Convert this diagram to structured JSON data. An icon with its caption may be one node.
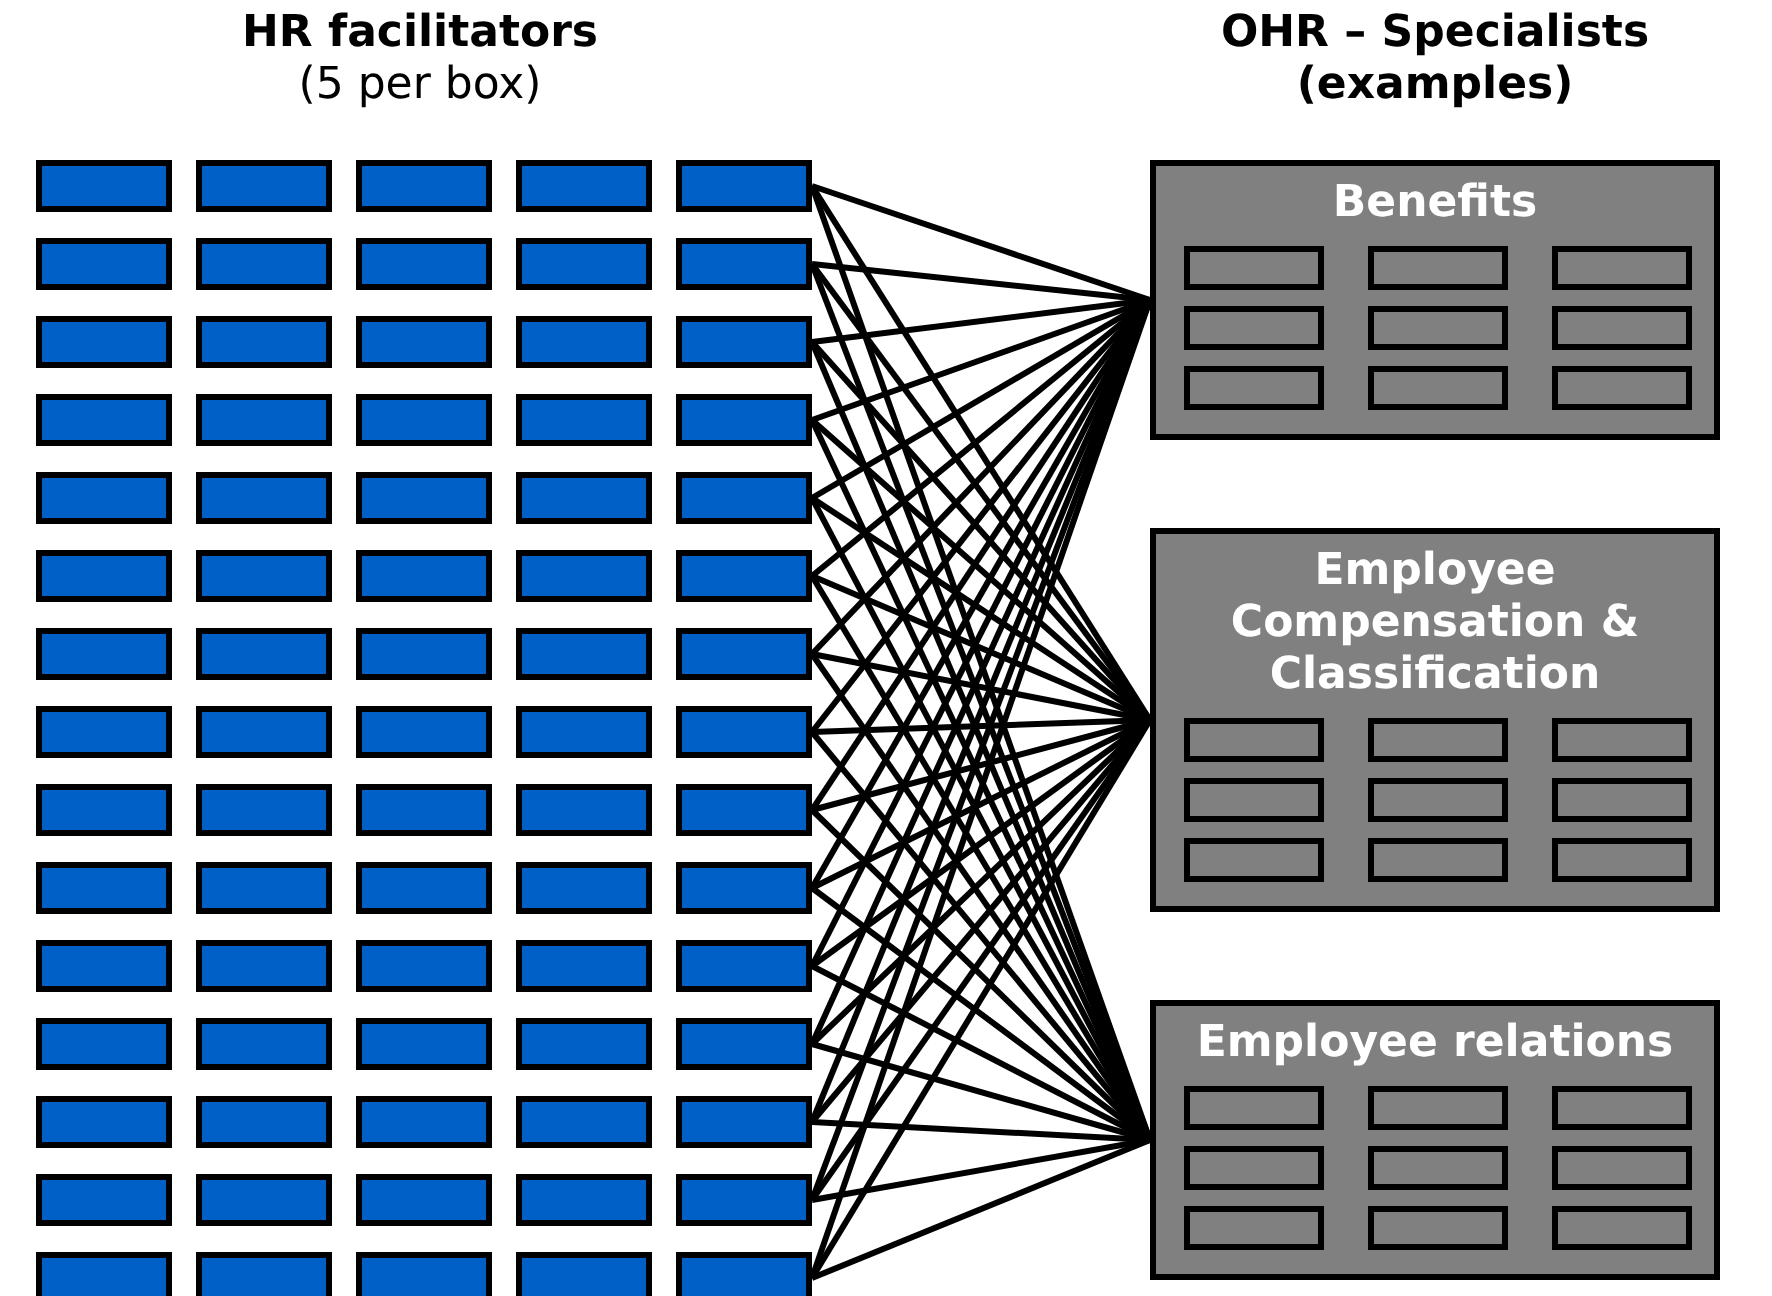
{
  "diagram": {
    "nodes": [
      {
        "text": [],
        "shape": "box"
      },
      {
        "text": [],
        "shape": "box"
      },
      {
        "text": [],
        "shape": "box"
      },
      {
        "text": [],
        "shape": "box"
      },
      {
        "text": [],
        "shape": "box"
      },
      {
        "text": [],
        "shape": "box"
      },
      {
        "text": [],
        "shape": "box"
      },
      {
        "text": [],
        "shape": "box"
      },
      {
        "text": [],
        "shape": "box"
      },
      {
        "text": [],
        "shape": "box"
      },
      {
        "text": [],
        "shape": "box"
      },
      {
        "text": [],
        "shape": "box"
      },
      {
        "text": [],
        "shape": "box"
      },
      {
        "text": [],
        "shape": "box"
      },
      {
        "text": [],
        "shape": "box"
      },
      {
        "text": [],
        "shape": "box"
      },
      {
        "text": [],
        "shape": "box"
      },
      {
        "text": [],
        "shape": "box"
      },
      {
        "text": [],
        "shape": "box"
      },
      {
        "text": [],
        "shape": "box"
      },
      {
        "text": [],
        "shape": "box"
      },
      {
        "text": [],
        "shape": "box"
      },
      {
        "text": [],
        "shape": "box"
      },
      {
        "text": [],
        "shape": "box"
      },
      {
        "text": [],
        "shape": "box"
      },
      {
        "text": [],
        "shape": "box"
      },
      {
        "text": [],
        "shape": "box"
      },
      {
        "text": [],
        "shape": "box"
      },
      {
        "text": [],
        "shape": "box"
      },
      {
        "text": [],
        "shape": "box"
      },
      {
        "text": [],
        "shape": "box"
      },
      {
        "text": [],
        "shape": "box"
      },
      {
        "text": [],
        "shape": "box"
      },
      {
        "text": [],
        "shape": "box"
      },
      {
        "text": [],
        "shape": "box"
      },
      {
        "text": [],
        "shape": "box"
      },
      {
        "text": [],
        "shape": "box"
      },
      {
        "text": [],
        "shape": "box"
      },
      {
        "text": [],
        "shape": "box"
      },
      {
        "text": [],
        "shape": "box"
      },
      {
        "text": [],
        "shape": "box"
      },
      {
        "text": [],
        "shape": "box"
      },
      {
        "text": [],
        "shape": "box"
      },
      {
        "text": [],
        "shape": "box"
      },
      {
        "text": [],
        "shape": "box"
      },
      {
        "text": [],
        "shape": "box"
      },
      {
        "text": [],
        "shape": "box"
      },
      {
        "text": [],
        "shape": "box"
      },
      {
        "text": [],
        "shape": "box"
      },
      {
        "text": [],
        "shape": "box"
      },
      {
        "text": [],
        "shape": "box"
      },
      {
        "text": [],
        "shape": "box"
      },
      {
        "text": [],
        "shape": "box"
      },
      {
        "text": [],
        "shape": "box"
      },
      {
        "text": [],
        "shape": "box"
      },
      {
        "text": [],
        "shape": "box"
      },
      {
        "text": [],
        "shape": "box"
      },
      {
        "text": [],
        "shape": "box"
      },
      {
        "text": [],
        "shape": "box"
      },
      {
        "text": [],
        "shape": "box"
      },
      {
        "text": [],
        "shape": "box"
      },
      {
        "text": [],
        "shape": "box"
      },
      {
        "text": [],
        "shape": "box"
      },
      {
        "text": [],
        "shape": "box"
      },
      {
        "text": [],
        "shape": "box"
      },
      {
        "text": [],
        "shape": "box"
      },
      {
        "text": [],
        "shape": "box"
      },
      {
        "text": [],
        "shape": "box"
      },
      {
        "text": [],
        "shape": "box"
      },
      {
        "text": [],
        "shape": "box"
      },
      {
        "text": [],
        "shape": "box"
      },
      {
        "text": [],
        "shape": "box"
      },
      {
        "text": [],
        "shape": "box"
      },
      {
        "text": [],
        "shape": "box"
      },
      {
        "text": [],
        "shape": "box"
      },
      {
        "text": [
          "Benefits"
        ]
      },
      {
        "text": [],
        "shape": "box",
        "in": 75
      },
      {
        "text": [],
        "shape": "box",
        "in": 75
      },
      {
        "text": [],
        "shape": "box",
        "in": 75
      },
      {
        "text": [],
        "shape": "box",
        "in": 75
      },
      {
        "text": [],
        "shape": "box",
        "in": 75
      },
      {
        "text": [],
        "shape": "box",
        "in": 75
      },
      {
        "text": [],
        "shape": "box",
        "in": 75
      },
      {
        "text": [],
        "shape": "box",
        "in": 75
      },
      {
        "text": [],
        "shape": "box",
        "in": 75
      },
      {
        "text": [
          "Employee Compensation & Classification"
        ]
      },
      {
        "text": [],
        "shape": "box",
        "in": 85
      },
      {
        "text": [],
        "shape": "box",
        "in": 85
      },
      {
        "text": [],
        "shape": "box",
        "in": 85
      },
      {
        "text": [],
        "shape": "box",
        "in": 85
      },
      {
        "text": [],
        "shape": "box",
        "in": 85
      },
      {
        "text": [],
        "shape": "box",
        "in": 85
      },
      {
        "text": [],
        "shape": "box",
        "in": 85
      },
      {
        "text": [],
        "shape": "box",
        "in": 85
      },
      {
        "text": [],
        "shape": "box",
        "in": 85
      },
      {
        "text": [
          "Employee relations"
        ]
      },
      {
        "text": [],
        "shape": "box",
        "in": 95
      },
      {
        "text": [],
        "shape": "box",
        "in": 95
      },
      {
        "text": [],
        "shape": "box",
        "in": 95
      },
      {
        "text": [],
        "shape": "box",
        "in": 95
      },
      {
        "text": [],
        "shape": "box",
        "in": 95
      },
      {
        "text": [],
        "shape": "box",
        "in": 95
      },
      {
        "text": [],
        "shape": "box",
        "in": 95
      },
      {
        "text": [],
        "shape": "box",
        "in": 95
      },
      {
        "text": [],
        "shape": "box",
        "in": 95
      }
    ],
    "edges": [
      {
        "from": 4,
        "to": 75,
        "arrow": "none"
      },
      {
        "from": 4,
        "to": 85,
        "arrow": "none"
      },
      {
        "from": 4,
        "to": 95,
        "arrow": "none"
      },
      {
        "from": 9,
        "to": 75,
        "arrow": "none"
      },
      {
        "from": 9,
        "to": 85,
        "arrow": "none"
      },
      {
        "from": 9,
        "to": 95,
        "arrow": "none"
      },
      {
        "from": 14,
        "to": 75,
        "arrow": "none"
      },
      {
        "from": 14,
        "to": 85,
        "arrow": "none"
      },
      {
        "from": 14,
        "to": 95,
        "arrow": "none"
      },
      {
        "from": 19,
        "to": 75,
        "arrow": "none"
      },
      {
        "from": 19,
        "to": 85,
        "arrow": "none"
      },
      {
        "from": 19,
        "to": 95,
        "arrow": "none"
      },
      {
        "from": 24,
        "to": 75,
        "arrow": "none"
      },
      {
        "from": 24,
        "to": 85,
        "arrow": "none"
      },
      {
        "from": 24,
        "to": 95,
        "arrow": "none"
      },
      {
        "from": 29,
        "to": 75,
        "arrow": "none"
      },
      {
        "from": 29,
        "to": 85,
        "arrow": "none"
      },
      {
        "from": 29,
        "to": 95,
        "arrow": "none"
      },
      {
        "from": 34,
        "to": 75,
        "arrow": "none"
      },
      {
        "from": 34,
        "to": 85,
        "arrow": "none"
      },
      {
        "from": 34,
        "to": 95,
        "arrow": "none"
      },
      {
        "from": 39,
        "to": 75,
        "arrow": "none"
      },
      {
        "from": 39,
        "to": 85,
        "arrow": "none"
      },
      {
        "from": 39,
        "to": 95,
        "arrow": "none"
      },
      {
        "from": 44,
        "to": 75,
        "arrow": "none"
      },
      {
        "from": 44,
        "to": 85,
        "arrow": "none"
      },
      {
        "from": 44,
        "to": 95,
        "arrow": "none"
      },
      {
        "from": 49,
        "to": 75,
        "arrow": "none"
      },
      {
        "from": 49,
        "to": 85,
        "arrow": "none"
      },
      {
        "from": 49,
        "to": 95,
        "arrow": "none"
      },
      {
        "from": 54,
        "to": 75,
        "arrow": "none"
      },
      {
        "from": 54,
        "to": 85,
        "arrow": "none"
      },
      {
        "from": 54,
        "to": 95,
        "arrow": "none"
      },
      {
        "from": 59,
        "to": 75,
        "arrow": "none"
      },
      {
        "from": 59,
        "to": 85,
        "arrow": "none"
      },
      {
        "from": 59,
        "to": 95,
        "arrow": "none"
      },
      {
        "from": 64,
        "to": 75,
        "arrow": "none"
      },
      {
        "from": 64,
        "to": 85,
        "arrow": "none"
      },
      {
        "from": 64,
        "to": 95,
        "arrow": "none"
      },
      {
        "from": 69,
        "to": 75,
        "arrow": "none"
      },
      {
        "from": 69,
        "to": 85,
        "arrow": "none"
      },
      {
        "from": 69,
        "to": 95,
        "arrow": "none"
      },
      {
        "from": 74,
        "to": 75,
        "arrow": "none"
      },
      {
        "from": 74,
        "to": 85,
        "arrow": "none"
      },
      {
        "from": 74,
        "to": 95,
        "arrow": "none"
      }
    ],
    "labels": [
      "HR facilitators",
      "(5 per box)",
      "OHR – Specialists (examples)"
    ]
  }
}
